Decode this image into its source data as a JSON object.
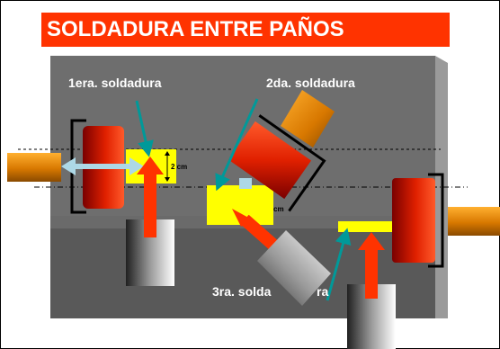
{
  "title": "SOLDADURA ENTRE PAÑOS",
  "labels": {
    "weld1": "1era. soldadura",
    "weld2": "2da. soldadura",
    "weld3": "3ra. solda",
    "weld3_tail": "ra",
    "gap": "2 cm",
    "cm_small": "cm"
  },
  "colors": {
    "title_bg": "#ff3300",
    "panel_upper": "#6e6e6e",
    "panel_lower": "#595959",
    "panel_side": "#9a9a9a",
    "weld_yellow": "#ffff00",
    "arrow_red": "#ff3300",
    "arrow_teal": "#009999",
    "arrow_lightblue": "#add8e6",
    "roller_orange": "#e08000"
  }
}
